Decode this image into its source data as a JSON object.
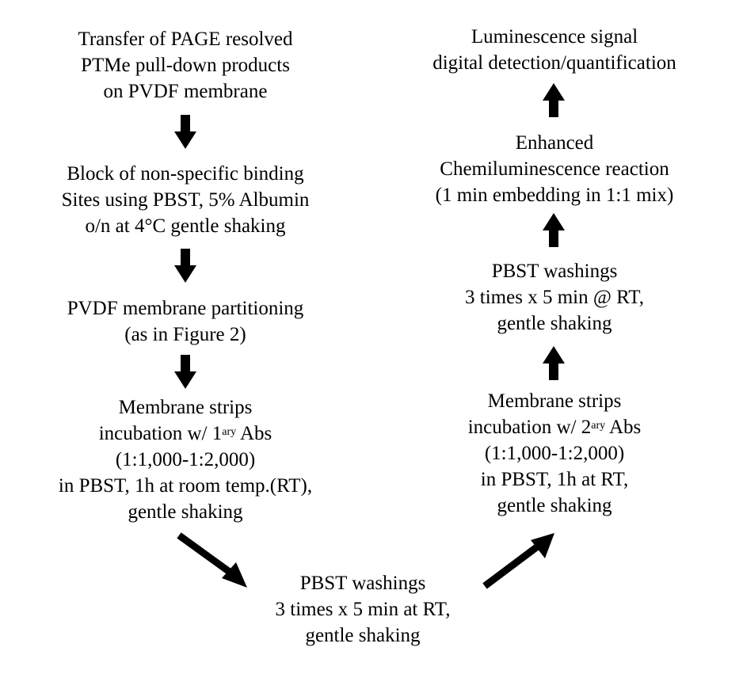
{
  "steps": {
    "transfer": {
      "line1": "Transfer of PAGE resolved",
      "line2": "PTMe pull-down products",
      "line3": "on PVDF membrane"
    },
    "block": {
      "line1": "Block of non-specific binding",
      "line2": "Sites using PBST, 5% Albumin",
      "line3": "o/n at 4°C gentle shaking"
    },
    "partition": {
      "line1": "PVDF membrane partitioning",
      "line2": "(as in Figure 2)"
    },
    "primary": {
      "line1_pre": "Membrane strips",
      "line2_pre": "incubation w/ 1",
      "line2_sup": "ary",
      "line2_post": " Abs",
      "line3": "(1:1,000-1:2,000)",
      "line4": "in PBST, 1h at room temp.(RT),",
      "line5": "gentle shaking"
    },
    "wash_bottom": {
      "line1": "PBST washings",
      "line2": "3 times x 5 min at RT,",
      "line3": "gentle shaking"
    },
    "secondary": {
      "line1": "Membrane strips",
      "line2_pre": "incubation w/ 2",
      "line2_sup": "ary",
      "line2_post": " Abs",
      "line3": "(1:1,000-1:2,000)",
      "line4": "in PBST, 1h at RT,",
      "line5": "gentle shaking"
    },
    "wash_right": {
      "line1": "PBST washings",
      "line2": "3 times x 5 min @ RT,",
      "line3": "gentle shaking"
    },
    "ecl": {
      "line1": "Enhanced",
      "line2": "Chemiluminescence reaction",
      "line3": "(1 min embedding in 1:1 mix)"
    },
    "detection": {
      "line1": "Luminescence signal",
      "line2": "digital detection/quantification"
    }
  },
  "arrow_color": "#000000"
}
